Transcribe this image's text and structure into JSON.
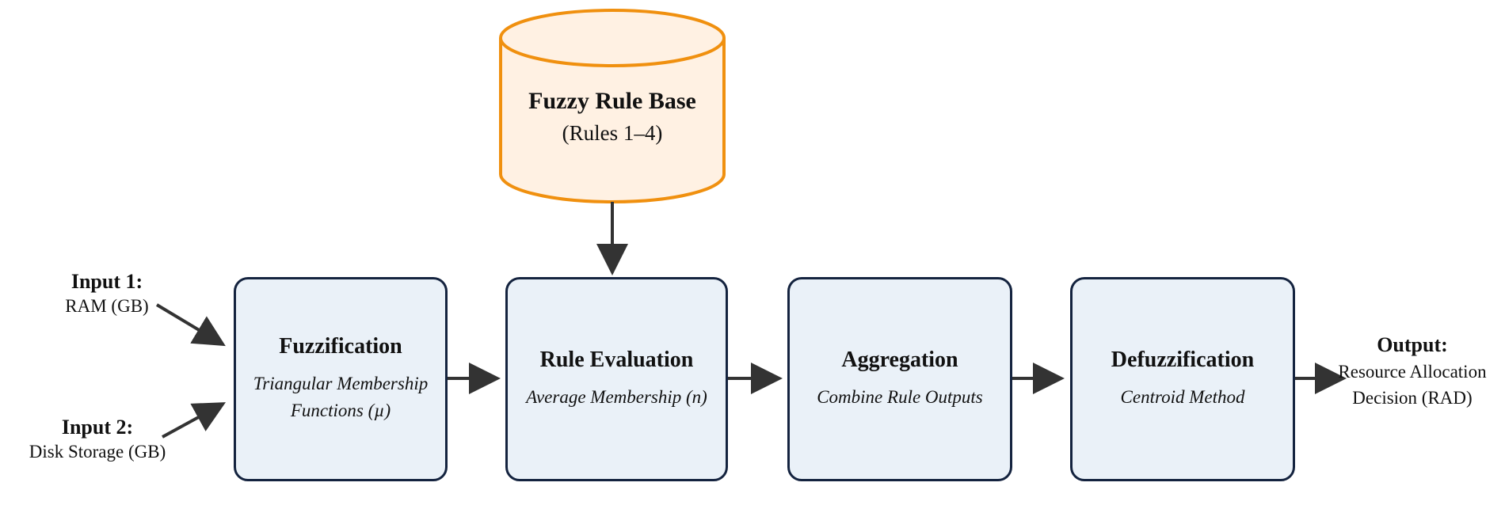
{
  "rule_base": {
    "title": "Fuzzy Rule Base",
    "subtitle": "(Rules 1–4)"
  },
  "inputs": [
    {
      "title": "Input 1:",
      "subtitle": "RAM (GB)"
    },
    {
      "title": "Input 2:",
      "subtitle": "Disk Storage (GB)"
    }
  ],
  "stages": [
    {
      "title": "Fuzzification",
      "subtitle": "Triangular Membership Functions (µ)"
    },
    {
      "title": "Rule Evaluation",
      "subtitle": "Average Membership (n)"
    },
    {
      "title": "Aggregation",
      "subtitle": "Combine Rule Outputs"
    },
    {
      "title": "Defuzzification",
      "subtitle": "Centroid Method"
    }
  ],
  "output": {
    "title": "Output:",
    "subtitle": "Resource Allocation Decision (RAD)"
  },
  "colors": {
    "box_fill": "#eaf1f8",
    "box_border": "#14233f",
    "cylinder_fill": "#fff1e3",
    "cylinder_stroke": "#f0900f",
    "arrow": "#333333"
  }
}
